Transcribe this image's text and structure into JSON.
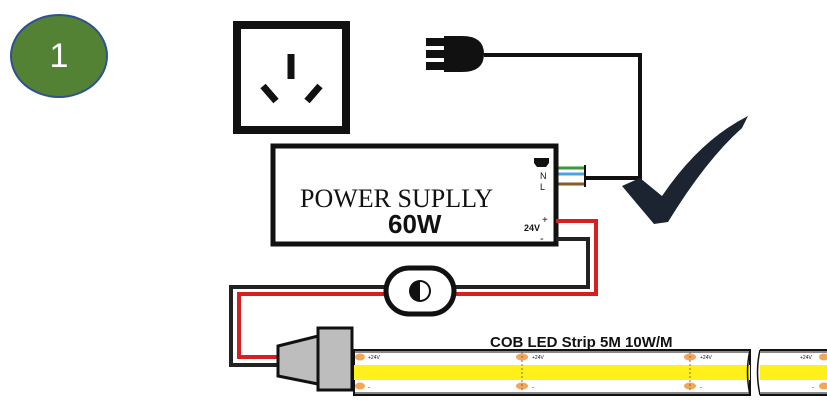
{
  "step": {
    "number": "1"
  },
  "power_supply": {
    "title": "POWER SUPLLY",
    "wattage": "60W",
    "terminal_n": "N",
    "terminal_l": "L",
    "output_voltage": "24V",
    "output_plus": "+",
    "output_minus": "-"
  },
  "led_strip": {
    "title": "COB LED Strip 5M  10W/M",
    "marker_voltage": "+24V",
    "marker_minus": "-"
  },
  "colors": {
    "step_badge_fill": "#548235",
    "step_badge_border": "#2f528f",
    "wire_earth": "#3a9a3a",
    "wire_neutral": "#4aa3df",
    "wire_live": "#8a5a2b",
    "wire_positive": "#d62020",
    "wire_negative": "#222222",
    "cob_light": "#ffef1a",
    "solder_pad": "#f2a65a",
    "checkmark": "#1b2430"
  },
  "icons": {
    "outlet": "wall-socket-icon",
    "plug": "power-plug-icon",
    "check": "checkmark-icon",
    "dimmer": "inline-switch-icon"
  }
}
